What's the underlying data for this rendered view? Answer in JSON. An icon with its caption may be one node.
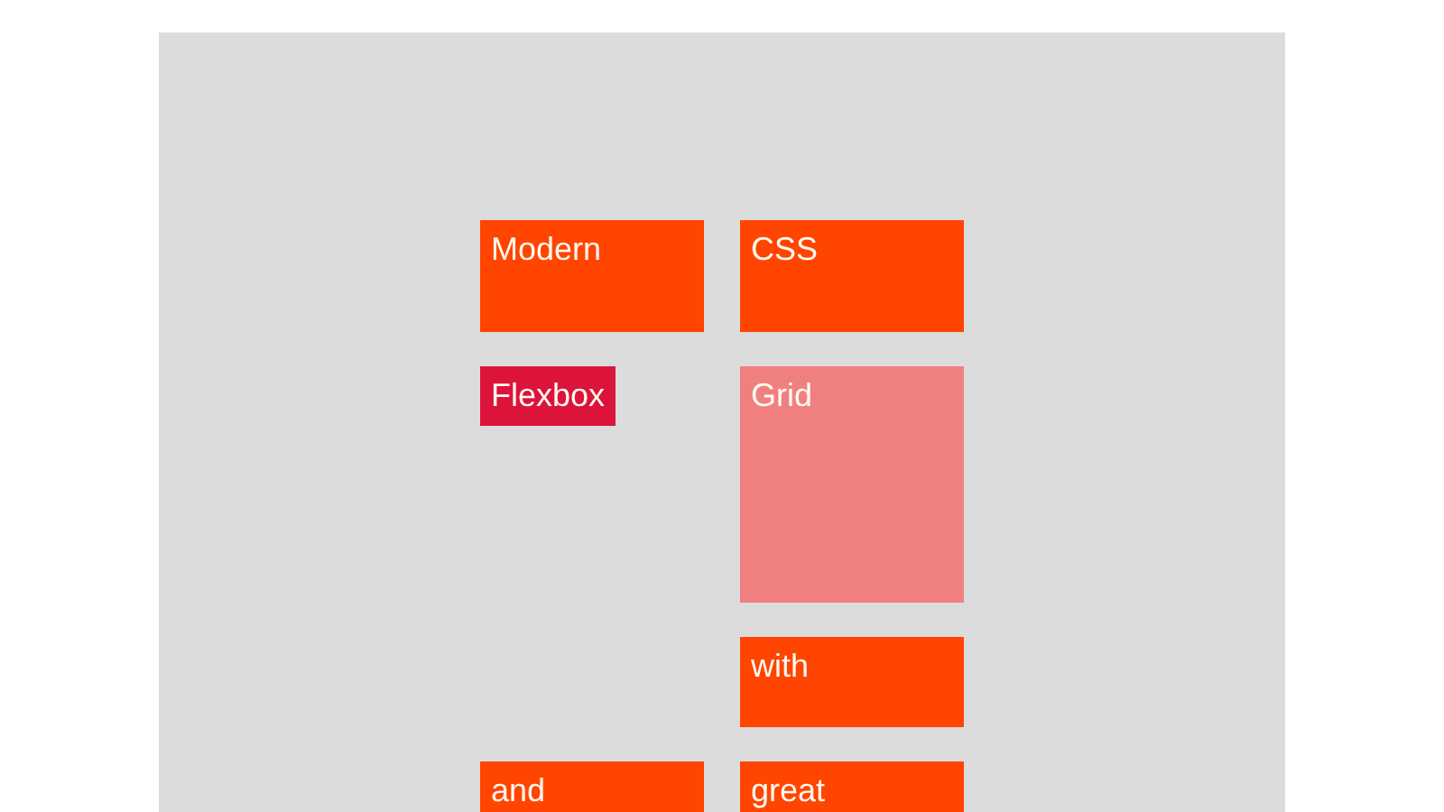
{
  "diagram": {
    "nodes": [
      {
        "text": [
          "Modern"
        ]
      },
      {
        "text": [
          "CSS"
        ]
      },
      {
        "text": [
          "Flexbox"
        ]
      },
      {
        "text": [
          "Grid"
        ]
      },
      {
        "text": [
          "with"
        ]
      },
      {
        "text": [
          "and"
        ]
      },
      {
        "text": [
          "great"
        ]
      }
    ]
  }
}
